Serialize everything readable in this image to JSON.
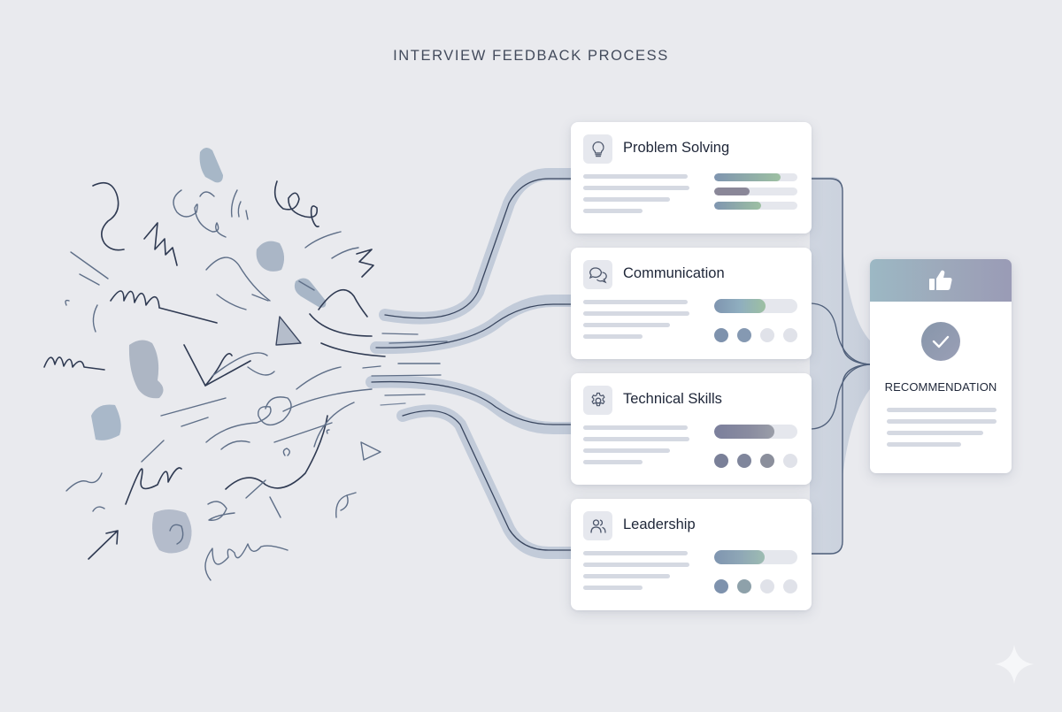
{
  "diagram": {
    "title": "INTERVIEW FEEDBACK PROCESS",
    "input_label": "scattered-notes",
    "colors": {
      "background": "#e9eaee",
      "ink_dark": "#2f3a52",
      "ink_mid": "#5f6f88",
      "stream": "#c2cbd9",
      "card_bg": "#ffffff",
      "line_placeholder": "#d5d9e2",
      "track": "#e5e7ed",
      "fill_blue": "#7f95b0",
      "fill_green": "#9dc0a2",
      "fill_purple": "#8a8798",
      "dot_inactive": "#e0e2e9"
    },
    "criteria": [
      {
        "title": "Problem Solving",
        "icon": "lightbulb-icon",
        "display": "bars",
        "bars": [
          {
            "percent": 80,
            "style": "blue-green"
          },
          {
            "percent": 43,
            "style": "purple"
          },
          {
            "percent": 56,
            "style": "blue-green"
          }
        ]
      },
      {
        "title": "Communication",
        "icon": "chat-bubbles-icon",
        "display": "bar-and-dots",
        "bar_percent": 62,
        "bar_style": "blue-green",
        "dots_filled": 2,
        "dots_total": 4
      },
      {
        "title": "Technical Skills",
        "icon": "gear-icon",
        "display": "bar-and-dots",
        "bar_percent": 72,
        "bar_style": "purple-gray",
        "dots_filled": 3,
        "dots_total": 4
      },
      {
        "title": "Leadership",
        "icon": "users-icon",
        "display": "bar-and-dots",
        "bar_percent": 61,
        "bar_style": "blue-teal",
        "dots_filled": 2,
        "dots_total": 4
      }
    ],
    "output": {
      "title": "RECOMMENDATION",
      "header_icon": "thumbs-up-icon",
      "badge_icon": "check-circle-icon"
    }
  }
}
